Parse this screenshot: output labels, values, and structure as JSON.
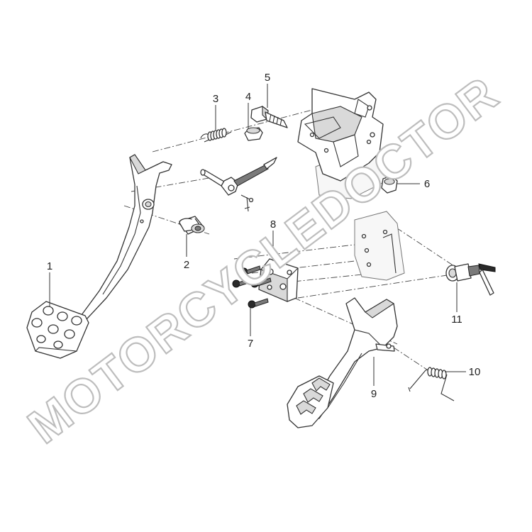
{
  "callouts": [
    {
      "id": "1",
      "label": "1"
    },
    {
      "id": "2",
      "label": "2"
    },
    {
      "id": "3",
      "label": "3"
    },
    {
      "id": "4",
      "label": "4"
    },
    {
      "id": "5",
      "label": "5"
    },
    {
      "id": "6",
      "label": "6"
    },
    {
      "id": "7",
      "label": "7"
    },
    {
      "id": "8",
      "label": "8"
    },
    {
      "id": "9",
      "label": "9"
    },
    {
      "id": "10",
      "label": "10"
    },
    {
      "id": "11",
      "label": "11"
    }
  ],
  "watermark": {
    "text": "MOTORCYCLEDOCTOR"
  },
  "colors": {
    "line": "#333333",
    "watermark_outline": "#bdbdbd",
    "background": "#ffffff"
  }
}
